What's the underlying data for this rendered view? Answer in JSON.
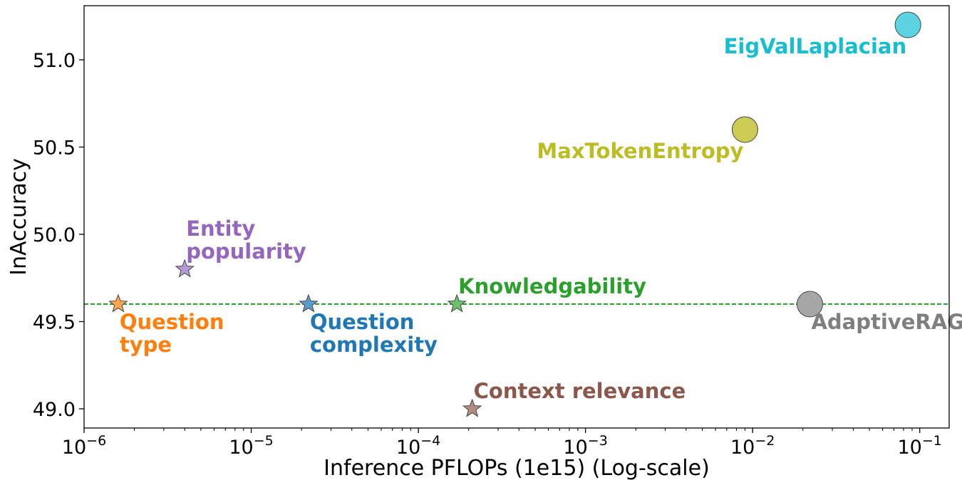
{
  "chart_data": {
    "type": "scatter",
    "title": "",
    "xlabel": "Inference PFLOPs (1e15) (Log-scale)",
    "ylabel": "InAccuracy",
    "xscale": "log",
    "xlim": [
      1e-06,
      0.15
    ],
    "ylim": [
      48.89,
      51.31
    ],
    "x_ticks": [
      {
        "value": 1e-06,
        "base": "10",
        "exp": "−6"
      },
      {
        "value": 1e-05,
        "base": "10",
        "exp": "−5"
      },
      {
        "value": 0.0001,
        "base": "10",
        "exp": "−4"
      },
      {
        "value": 0.001,
        "base": "10",
        "exp": "−3"
      },
      {
        "value": 0.01,
        "base": "10",
        "exp": "−2"
      },
      {
        "value": 0.1,
        "base": "10",
        "exp": "−1"
      }
    ],
    "y_ticks": [
      {
        "value": 49.0,
        "label": "49.0"
      },
      {
        "value": 49.5,
        "label": "49.5"
      },
      {
        "value": 50.0,
        "label": "50.0"
      },
      {
        "value": 50.5,
        "label": "50.5"
      },
      {
        "value": 51.0,
        "label": "51.0"
      }
    ],
    "reference_line": {
      "y": 49.6,
      "color": "#2ca02c",
      "style": "dashed"
    },
    "grid": false,
    "points": [
      {
        "lines": [
          "Question",
          "type"
        ],
        "x": 1.6e-06,
        "y": 49.6,
        "marker": "star",
        "fill": "#ffa54f",
        "text_color": "#ff7f0e",
        "label_pos": "below-right"
      },
      {
        "lines": [
          "Entity",
          "popularity"
        ],
        "x": 4e-06,
        "y": 49.8,
        "marker": "star",
        "fill": "#b39ad6",
        "text_color": "#9467bd",
        "label_pos": "above-right"
      },
      {
        "lines": [
          "Question",
          "complexity"
        ],
        "x": 2.2e-05,
        "y": 49.6,
        "marker": "star",
        "fill": "#5b9ccc",
        "text_color": "#1f77b4",
        "label_pos": "below-right"
      },
      {
        "lines": [
          "Knowledgability"
        ],
        "x": 0.00017,
        "y": 49.6,
        "marker": "star",
        "fill": "#6cc36c",
        "text_color": "#2ca02c",
        "label_pos": "above-right"
      },
      {
        "lines": [
          "Context relevance"
        ],
        "x": 0.00021,
        "y": 49.0,
        "marker": "star",
        "fill": "#b08d82",
        "text_color": "#8c564b",
        "label_pos": "above-right"
      },
      {
        "lines": [
          "MaxTokenEntropy"
        ],
        "x": 0.009,
        "y": 50.6,
        "marker": "circle",
        "fill": "#cccc55",
        "text_color": "#bcbd22",
        "label_pos": "below-left"
      },
      {
        "lines": [
          "EigValLaplacian"
        ],
        "x": 0.085,
        "y": 51.2,
        "marker": "circle",
        "fill": "#5bd3e0",
        "text_color": "#17becf",
        "label_pos": "below-left"
      },
      {
        "lines": [
          "AdaptiveRAG"
        ],
        "x": 0.022,
        "y": 49.6,
        "marker": "circle",
        "fill": "#a6a6a6",
        "text_color": "#7f7f7f",
        "label_pos": "below-right"
      }
    ]
  }
}
